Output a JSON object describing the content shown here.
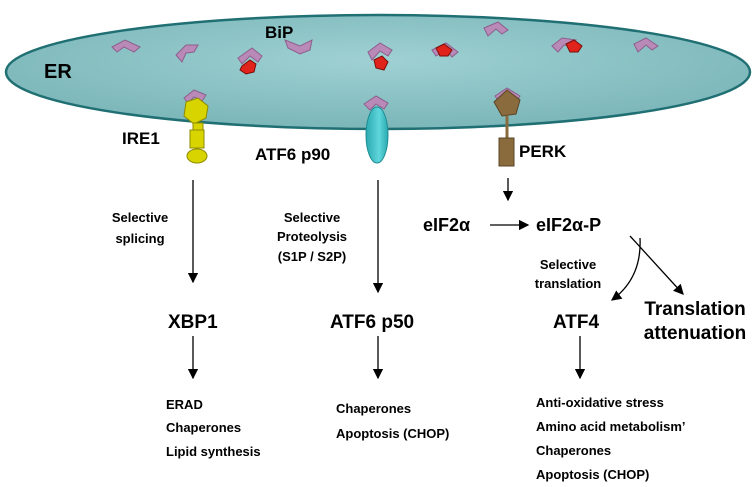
{
  "er": {
    "label": "ER",
    "bip_label": "BiP"
  },
  "ire1": {
    "sensor": "IRE1",
    "process": [
      "Selective",
      "splicing"
    ],
    "factor": "XBP1",
    "targets": [
      "ERAD",
      "Chaperones",
      "Lipid synthesis"
    ]
  },
  "atf6": {
    "sensor": "ATF6 p90",
    "process": [
      "Selective",
      "Proteolysis",
      "(S1P / S2P)"
    ],
    "factor": "ATF6 p50",
    "targets": [
      "Chaperones",
      "Apoptosis (CHOP)"
    ]
  },
  "perk": {
    "sensor": "PERK",
    "eif2a": "eIF2α",
    "eif2a_p": "eIF2α-P",
    "process": [
      "Selective",
      "translation"
    ],
    "factor": "ATF4",
    "attenuation": [
      "Translation",
      "attenuation"
    ],
    "targets": [
      "Anti-oxidative stress",
      "Amino acid metabolism’",
      "Chaperones",
      "Apoptosis (CHOP)"
    ]
  },
  "colors": {
    "er_fill": "#8ec4c6",
    "er_stroke": "#1f6f73",
    "bip": "#b989b8",
    "unfolded": "#e0241b",
    "ire1": "#d8d400",
    "atf6": "#3fc2c8",
    "perk": "#8a6b3e"
  }
}
